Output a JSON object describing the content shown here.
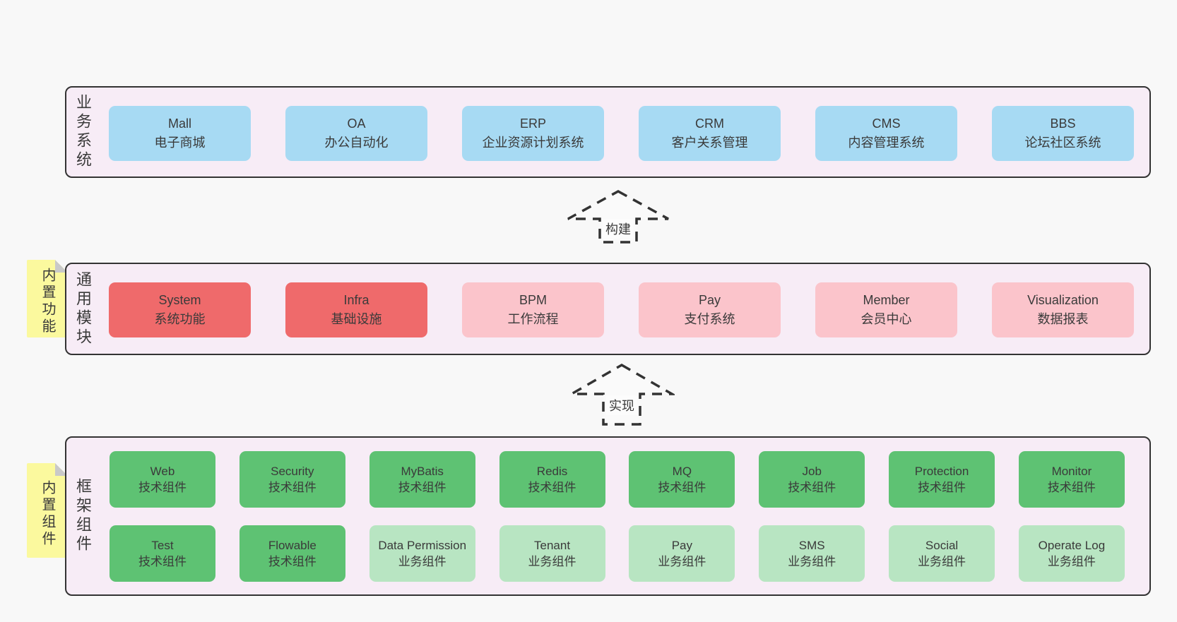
{
  "colors": {
    "page-bg": "#f8f8f8",
    "band-bg": "#f7ecf6",
    "line": "#333333",
    "text": "#3a3a3a",
    "blue": "#a7daf3",
    "red": "#ef6a6b",
    "pink": "#fbc4cb",
    "green": "#5ec273",
    "green-light": "#b8e5c2",
    "sticky": "#fbf99e",
    "sticky-fold": "#c9c9c9"
  },
  "bands": [
    {
      "label": "业务系统",
      "boxes": [
        {
          "name": "Mall",
          "desc": "电子商城"
        },
        {
          "name": "OA",
          "desc": "办公自动化"
        },
        {
          "name": "ERP",
          "desc": "企业资源计划系统"
        },
        {
          "name": "CRM",
          "desc": "客户关系管理"
        },
        {
          "name": "CMS",
          "desc": "内容管理系统"
        },
        {
          "name": "BBS",
          "desc": "论坛社区系统"
        }
      ]
    },
    {
      "label": "通用模块",
      "sticky": "内置功能",
      "boxes": [
        {
          "name": "System",
          "desc": "系统功能"
        },
        {
          "name": "Infra",
          "desc": "基础设施"
        },
        {
          "name": "BPM",
          "desc": "工作流程"
        },
        {
          "name": "Pay",
          "desc": "支付系统"
        },
        {
          "name": "Member",
          "desc": "会员中心"
        },
        {
          "name": "Visualization",
          "desc": "数据报表"
        }
      ]
    },
    {
      "label": "框架组件",
      "sticky": "内置组件",
      "rows": [
        [
          {
            "name": "Web",
            "desc": "技术组件"
          },
          {
            "name": "Security",
            "desc": "技术组件"
          },
          {
            "name": "MyBatis",
            "desc": "技术组件"
          },
          {
            "name": "Redis",
            "desc": "技术组件"
          },
          {
            "name": "MQ",
            "desc": "技术组件"
          },
          {
            "name": "Job",
            "desc": "技术组件"
          },
          {
            "name": "Protection",
            "desc": "技术组件"
          },
          {
            "name": "Monitor",
            "desc": "技术组件"
          }
        ],
        [
          {
            "name": "Test",
            "desc": "技术组件"
          },
          {
            "name": "Flowable",
            "desc": "技术组件"
          },
          {
            "name": "Data Permission",
            "desc": "业务组件"
          },
          {
            "name": "Tenant",
            "desc": "业务组件"
          },
          {
            "name": "Pay",
            "desc": "业务组件"
          },
          {
            "name": "SMS",
            "desc": "业务组件"
          },
          {
            "name": "Social",
            "desc": "业务组件"
          },
          {
            "name": "Operate Log",
            "desc": "业务组件"
          }
        ]
      ]
    }
  ],
  "arrows": [
    {
      "label": "构建"
    },
    {
      "label": "实现"
    }
  ]
}
